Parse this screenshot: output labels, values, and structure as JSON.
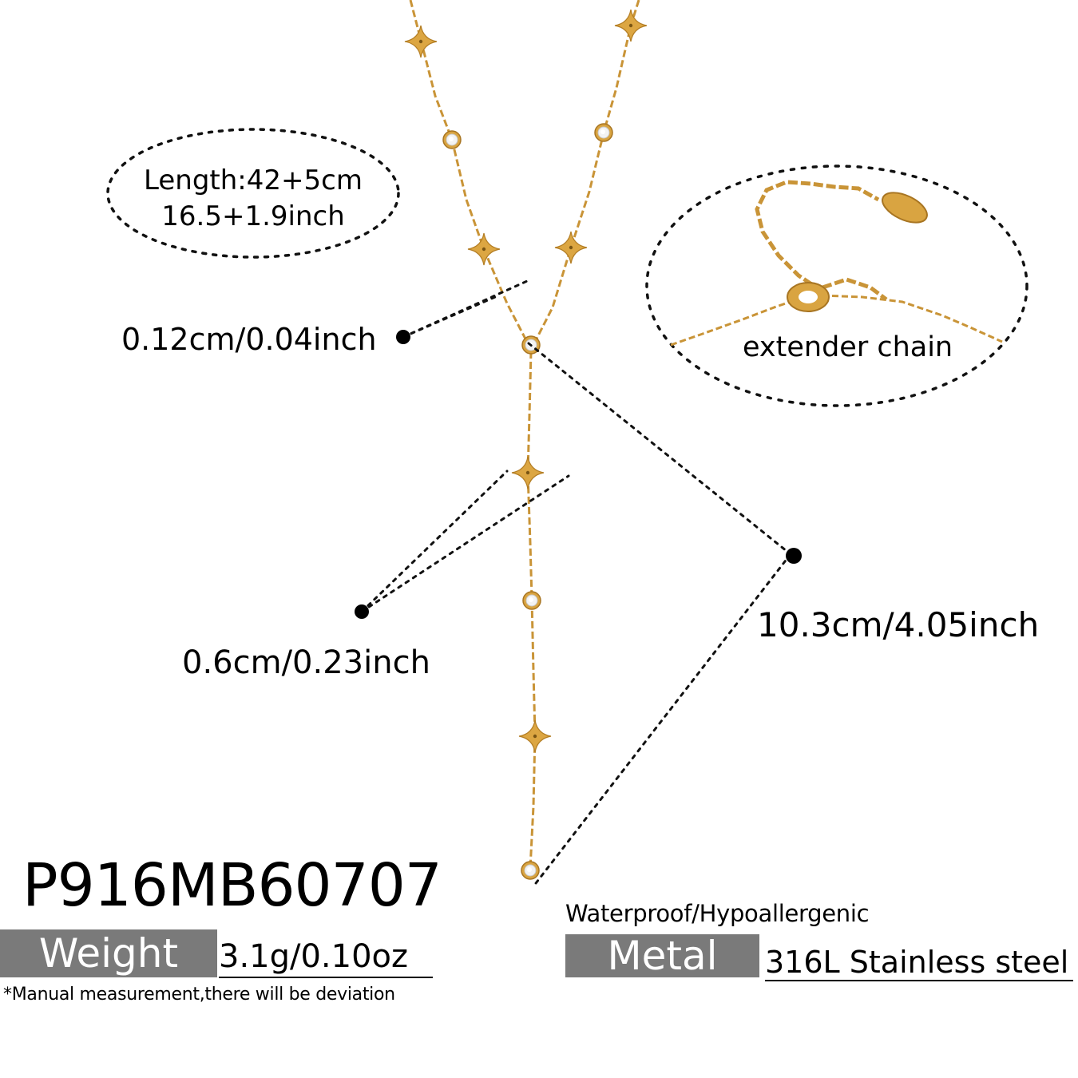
{
  "product": {
    "code": "P916MB60707",
    "weight_label": "Weight",
    "weight_value": "3.1g/0.10oz",
    "metal_label": "Metal",
    "metal_value": "316L Stainless steel",
    "features": "Waterproof/Hypoallergenic",
    "note": "*Manual measurement,there will be deviation"
  },
  "dimensions": {
    "length_line1": "Length:42+5cm",
    "length_line2": "16.5+1.9inch",
    "chain_width": "0.12cm/0.04inch",
    "charm_size": "0.6cm/0.23inch",
    "drop_length": "10.3cm/4.05inch",
    "extender": "extender chain"
  },
  "colors": {
    "gold": "#d9a441",
    "gold_dark": "#b37d23",
    "label_bg": "#7a7a7a"
  }
}
